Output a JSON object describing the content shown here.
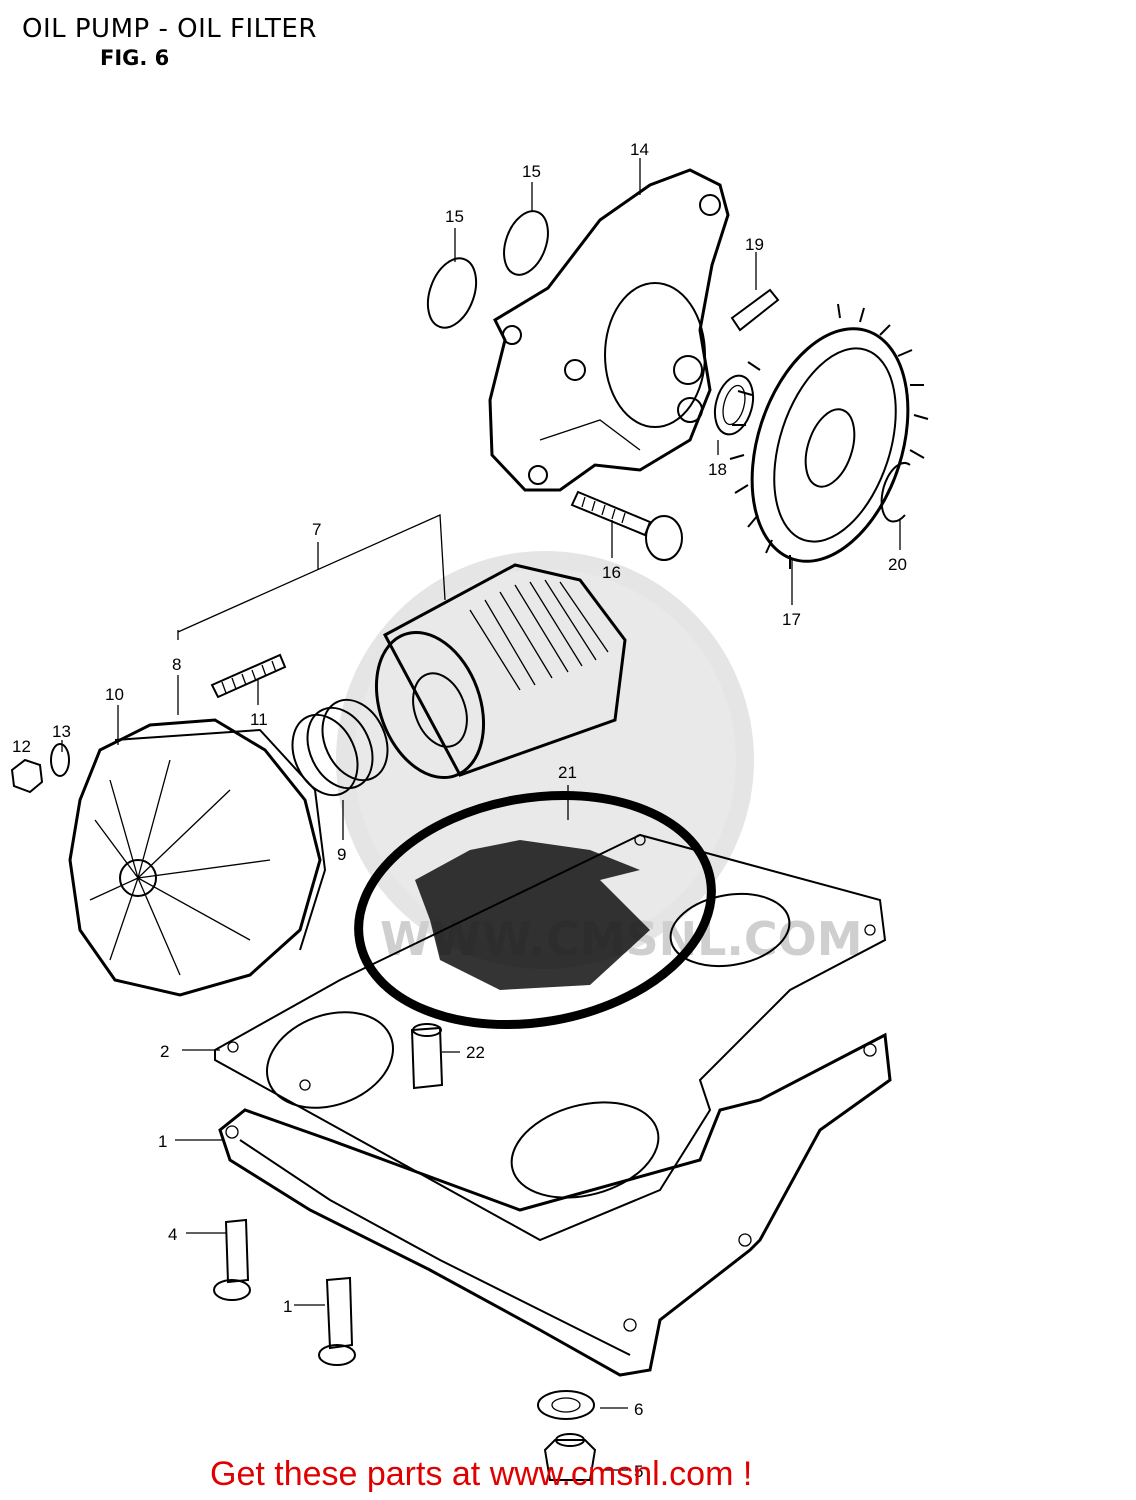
{
  "title": "OIL PUMP - OIL FILTER",
  "figure_label": "FIG. 6",
  "footer_link": "Get these parts at www.cmsnl.com !",
  "watermark_text": "WWW.CMSNL.COM",
  "colors": {
    "footer": "#e00000",
    "line_art": "#000000",
    "background": "#ffffff"
  },
  "part_numbers": {
    "p1": "1",
    "p2": "2",
    "p4": "4",
    "p1b": "1",
    "p5": "5",
    "p6": "6",
    "p7": "7",
    "p8": "8",
    "p9": "9",
    "p10": "10",
    "p11": "11",
    "p12": "12",
    "p13": "13",
    "p14": "14",
    "p15a": "15",
    "p15b": "15",
    "p16": "16",
    "p17": "17",
    "p18": "18",
    "p19": "19",
    "p20": "20",
    "p21": "21",
    "p22": "22"
  }
}
